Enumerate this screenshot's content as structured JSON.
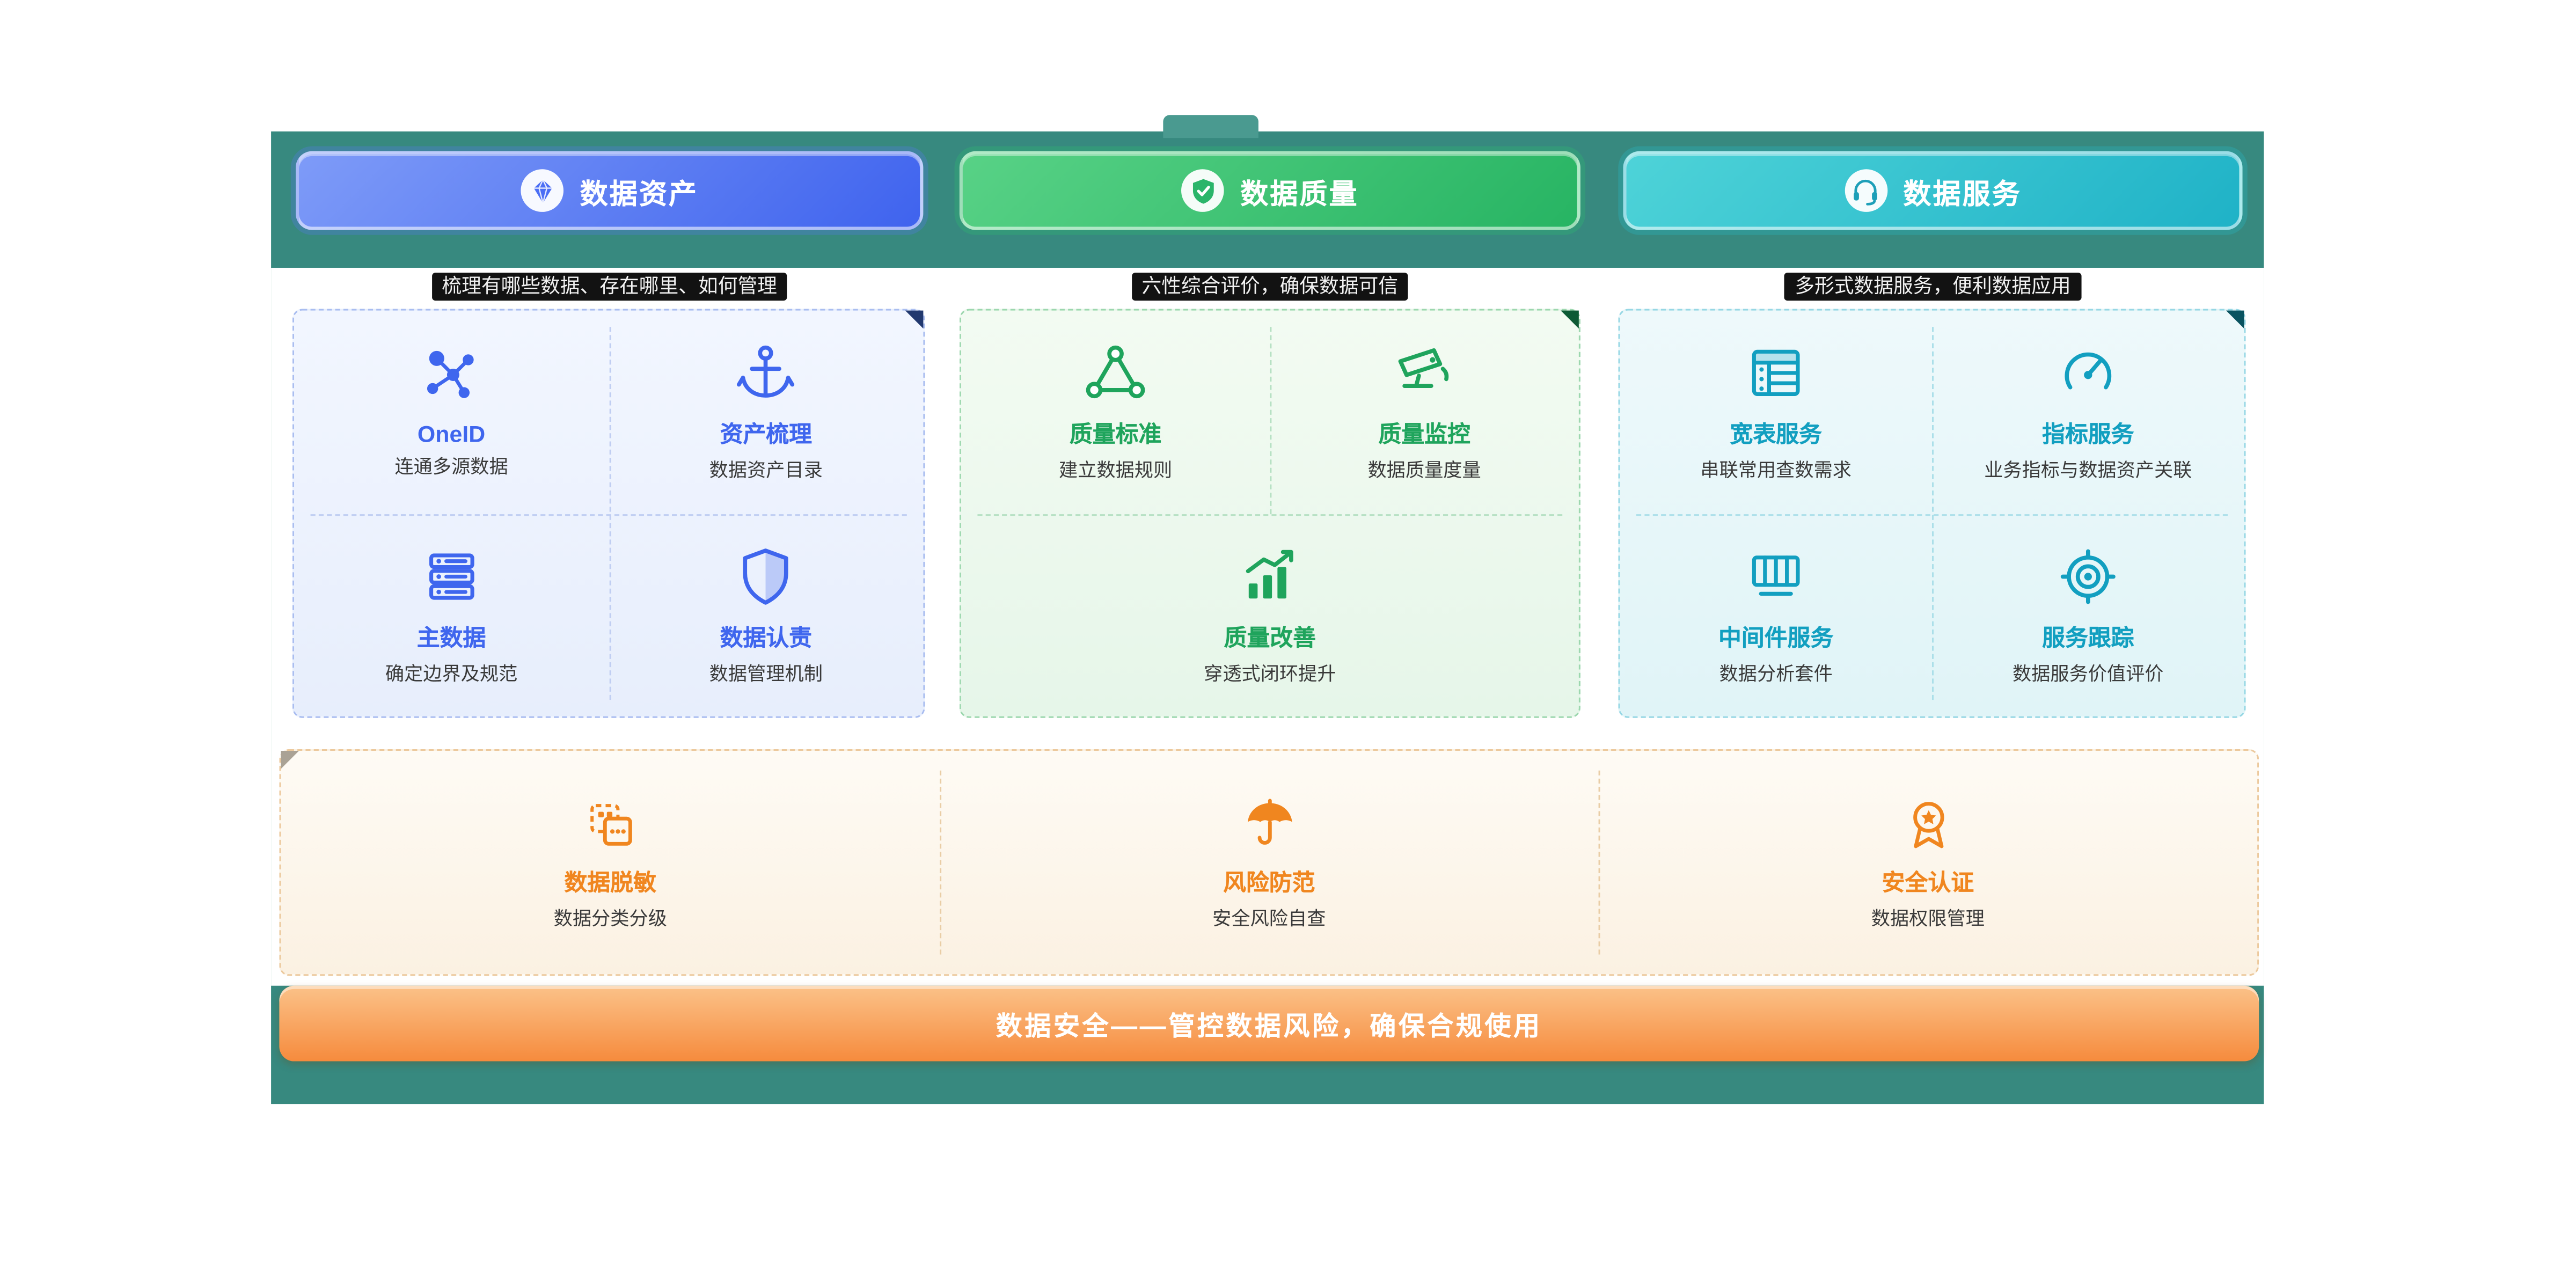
{
  "colors": {
    "teal": "#37897f",
    "teal-light": "#4a9a90",
    "blue-from": "#7e9bf8",
    "blue-to": "#3f63ee",
    "blue-acc": "#3f66ee",
    "green-from": "#58d286",
    "green-to": "#27b463",
    "green-acc": "#1fa45c",
    "cyan-from": "#4ed3d8",
    "cyan-to": "#1fb2c7",
    "cyan-acc": "#129fc0",
    "orange-acc": "#f0861f",
    "banner-from": "#fbc289",
    "banner-to": "#f68b3d"
  },
  "headers": [
    {
      "label": "数据资产",
      "subtitle": "梳理有哪些数据、存在哪里、如何管理",
      "icon": "gem-icon"
    },
    {
      "label": "数据质量",
      "subtitle": "六性综合评价，确保数据可信",
      "icon": "shield-check-icon"
    },
    {
      "label": "数据服务",
      "subtitle": "多形式数据服务，便利数据应用",
      "icon": "headset-icon"
    }
  ],
  "assets": {
    "items": [
      {
        "title": "OneID",
        "desc": "连通多源数据",
        "icon": "network-icon"
      },
      {
        "title": "资产梳理",
        "desc": "数据资产目录",
        "icon": "anchor-icon"
      },
      {
        "title": "主数据",
        "desc": "确定边界及规范",
        "icon": "server-icon"
      },
      {
        "title": "数据认责",
        "desc": "数据管理机制",
        "icon": "shield-icon"
      }
    ]
  },
  "quality": {
    "items": [
      {
        "title": "质量标准",
        "desc": "建立数据规则",
        "icon": "triangle-nodes-icon"
      },
      {
        "title": "质量监控",
        "desc": "数据质量度量",
        "icon": "cctv-icon"
      },
      {
        "title": "质量改善",
        "desc": "穿透式闭环提升",
        "icon": "chart-up-icon"
      }
    ]
  },
  "services": {
    "items": [
      {
        "title": "宽表服务",
        "desc": "串联常用查数需求",
        "icon": "table-icon"
      },
      {
        "title": "指标服务",
        "desc": "业务指标与数据资产关联",
        "icon": "gauge-icon"
      },
      {
        "title": "中间件服务",
        "desc": "数据分析套件",
        "icon": "middleware-icon"
      },
      {
        "title": "服务跟踪",
        "desc": "数据服务价值评价",
        "icon": "target-icon"
      }
    ]
  },
  "security": {
    "items": [
      {
        "title": "数据脱敏",
        "desc": "数据分类分级",
        "icon": "masking-icon"
      },
      {
        "title": "风险防范",
        "desc": "安全风险自查",
        "icon": "umbrella-icon"
      },
      {
        "title": "安全认证",
        "desc": "数据权限管理",
        "icon": "badge-icon"
      }
    ],
    "banner": "数据安全——管控数据风险，确保合规使用"
  }
}
